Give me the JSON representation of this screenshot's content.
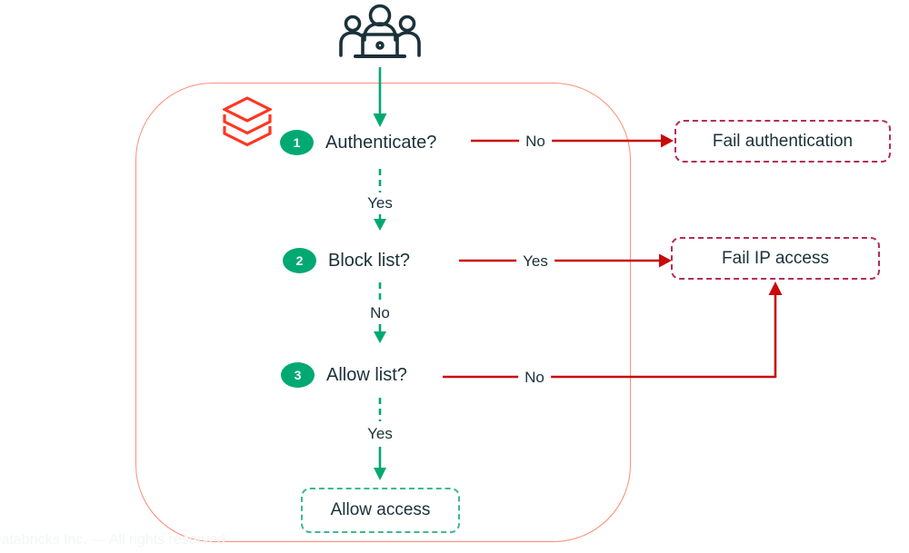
{
  "colors": {
    "green": "#00A972",
    "green_box": "#3BBA91",
    "red_arrow": "#C80A0A",
    "crimson": "#B52D55",
    "salmon": "#FF8D78",
    "logo_red": "#FF3621",
    "navy": "#1B3139",
    "footer": "#F2F6F5"
  },
  "flow": {
    "steps": [
      {
        "num": "1",
        "question": "Authenticate?"
      },
      {
        "num": "2",
        "question": "Block list?"
      },
      {
        "num": "3",
        "question": "Allow list?"
      }
    ],
    "branch_labels": {
      "auth_no": "No",
      "auth_yes": "Yes",
      "block_yes": "Yes",
      "block_no": "No",
      "allow_no": "No",
      "allow_yes": "Yes"
    },
    "outcomes": {
      "fail_auth": "Fail authentication",
      "fail_ip": "Fail IP access",
      "allow_access": "Allow access"
    },
    "footer": "Databricks Inc. — All rights reserved"
  },
  "icons": {
    "users": "users-at-laptop-icon",
    "databricks": "databricks-logo-icon"
  }
}
